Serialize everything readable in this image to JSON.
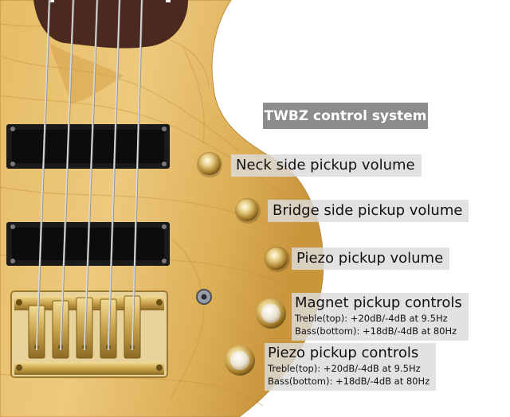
{
  "title": "TWBZ control system",
  "controls": [
    {
      "label": "Neck side pickup volume"
    },
    {
      "label": "Bridge side pickup volume"
    },
    {
      "label": "Piezo pickup volume"
    },
    {
      "label": "Magnet pickup controls",
      "details": [
        "Treble(top): +20dB/-4dB at 9.5Hz",
        "Bass(bottom): +18dB/-4dB at 80Hz"
      ]
    },
    {
      "label": "Piezo pickup controls",
      "details": [
        "Treble(top): +20dB/-4dB at 9.5Hz",
        "Bass(bottom): +18dB/-4dB at 80Hz"
      ]
    }
  ],
  "colors": {
    "wood_light": "#e9c372",
    "wood_dark": "#c79236",
    "fretboard": "#4a2a1e",
    "pickup": "#1a1a1a",
    "gold_hardware": "#c9a24a",
    "label_bg": "#dcdcdc",
    "title_bg": "#8c8c8c"
  }
}
